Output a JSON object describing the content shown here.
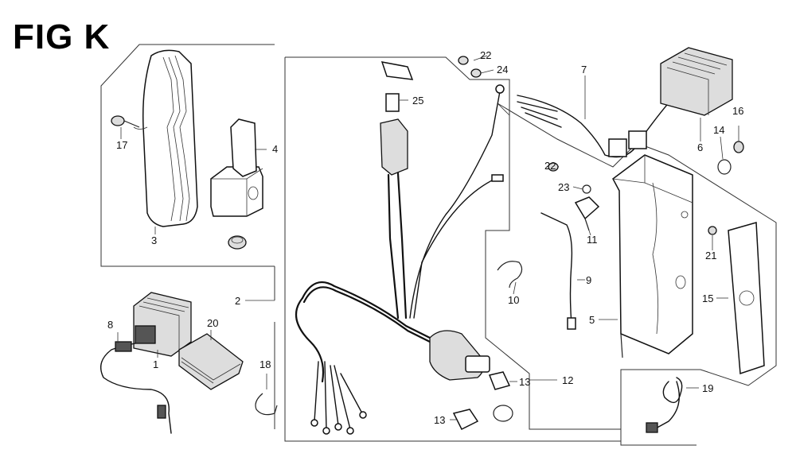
{
  "figure": {
    "title": "FIG K"
  },
  "callouts": {
    "p1": "1",
    "p2": "2",
    "p3": "3",
    "p4": "4",
    "p5": "5",
    "p6": "6",
    "p7": "7",
    "p8": "8",
    "p9": "9",
    "p10": "10",
    "p11": "11",
    "p12": "12",
    "p13a": "13",
    "p13b": "13",
    "p14": "14",
    "p15": "15",
    "p16": "16",
    "p17": "17",
    "p18": "18",
    "p19": "19",
    "p20": "20",
    "p21": "21",
    "p22a": "22",
    "p22b": "22",
    "p23": "23",
    "p24": "24",
    "p25": "25"
  }
}
